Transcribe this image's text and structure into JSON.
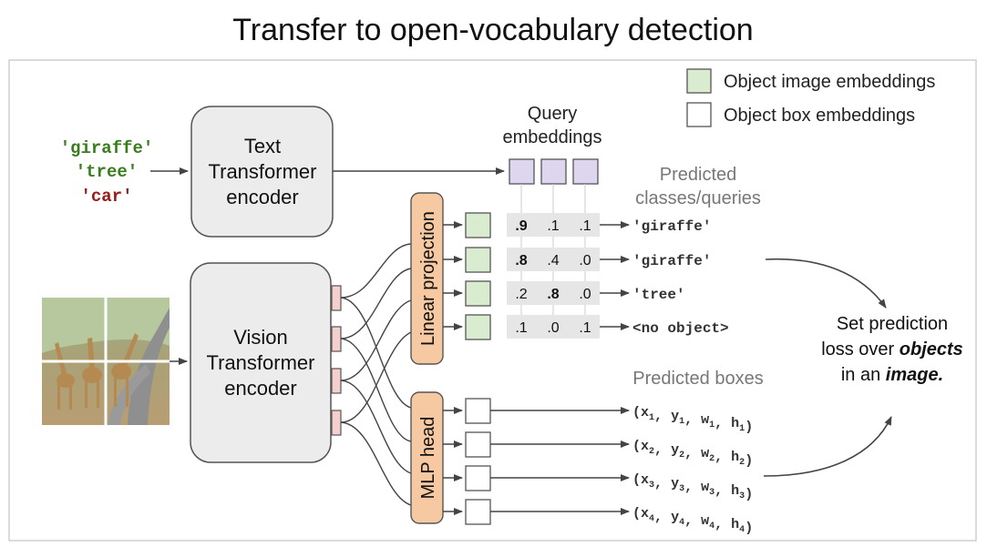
{
  "title": "Transfer to open-vocabulary detection",
  "legend": {
    "image_embeddings": "Object image embeddings",
    "box_embeddings": "Object box embeddings"
  },
  "text_queries": [
    {
      "label": "'giraffe'",
      "color": "#3a7d1e"
    },
    {
      "label": "'tree'",
      "color": "#3a7d1e"
    },
    {
      "label": "'car'",
      "color": "#9b1b1b"
    }
  ],
  "text_encoder": [
    "Text",
    "Transformer",
    "encoder"
  ],
  "vision_encoder": [
    "Vision",
    "Transformer",
    "encoder"
  ],
  "query_embeddings_label": [
    "Query",
    "embeddings"
  ],
  "linear_projection": "Linear projection",
  "mlp_head": "MLP head",
  "predicted_classes_label": [
    "Predicted",
    "classes/queries"
  ],
  "predicted_boxes_label": "Predicted boxes",
  "scores": [
    [
      ".9",
      ".1",
      ".1"
    ],
    [
      ".8",
      ".4",
      ".0"
    ],
    [
      ".2",
      ".8",
      ".0"
    ],
    [
      ".1",
      ".0",
      ".1"
    ]
  ],
  "bold_scores": [
    0,
    0,
    1,
    -1
  ],
  "predicted_classes": [
    "'giraffe'",
    "'giraffe'",
    "'tree'",
    "<no object>"
  ],
  "boxes": [
    {
      "x": "x",
      "y": "y",
      "w": "w",
      "h": "h",
      "sub": "1"
    },
    {
      "x": "x",
      "y": "y",
      "w": "w",
      "h": "h",
      "sub": "2"
    },
    {
      "x": "x",
      "y": "y",
      "w": "w",
      "h": "h",
      "sub": "3"
    },
    {
      "x": "x",
      "y": "y",
      "w": "w",
      "h": "h",
      "sub": "4"
    }
  ],
  "loss": {
    "line1": "Set prediction",
    "line2_prefix": "loss over ",
    "line2_emph": "objects",
    "line3_prefix": "in an ",
    "line3_emph": "image."
  },
  "colors": {
    "encoder_fill": "#ececec",
    "head_fill": "#f7c9a2",
    "image_embedding": "#d9ecd0",
    "query_embedding": "#ddd6ee",
    "patch_token": "#f5cece"
  }
}
